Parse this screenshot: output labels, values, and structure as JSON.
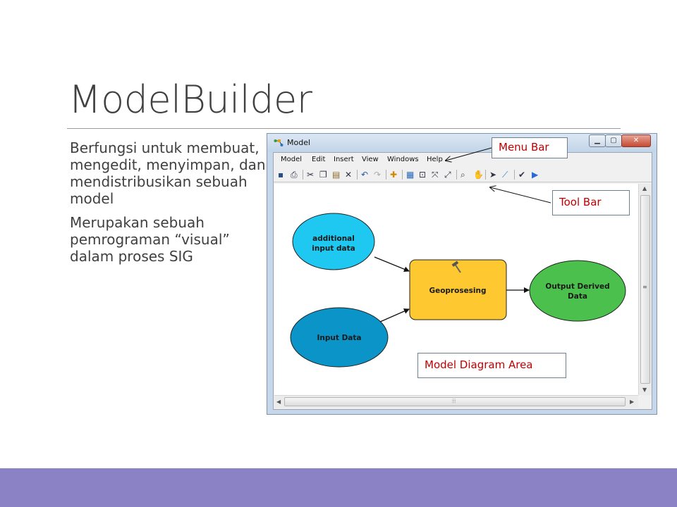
{
  "slide": {
    "title": "ModelBuilder",
    "bullets": [
      "Berfungsi untuk membuat, mengedit, menyimpan, dan mendistribusikan sebuah model",
      "Merupakan sebuah pemrograman “visual” dalam proses SIG"
    ]
  },
  "window": {
    "title": "Model",
    "menu": [
      "Model",
      "Edit",
      "Insert",
      "View",
      "Windows",
      "Help"
    ],
    "toolbar_icons": [
      "save-icon",
      "print-icon",
      "cut-icon",
      "copy-icon",
      "paste-icon",
      "delete-icon",
      "undo-icon",
      "redo-icon",
      "add-data-icon",
      "auto-layout-icon",
      "full-extent-icon",
      "fixed-zoom-icon",
      "fit-icon",
      "zoom-in-icon",
      "pan-icon",
      "select-icon",
      "connect-icon",
      "validate-icon",
      "run-icon"
    ]
  },
  "diagram": {
    "nodes": {
      "additional": [
        "additional",
        "input data"
      ],
      "input": "Input Data",
      "tool": "Geoprosesing",
      "output": [
        "Output Derived",
        "Data"
      ]
    },
    "colors": {
      "additional": "#1ec8f0",
      "input": "#0a94c8",
      "tool": "#fec830",
      "output": "#4cc04c"
    }
  },
  "callouts": {
    "menu_bar": "Menu Bar",
    "tool_bar": "Tool Bar",
    "diagram_area": "Model Diagram Area"
  },
  "footer_color": "#8a82c4"
}
